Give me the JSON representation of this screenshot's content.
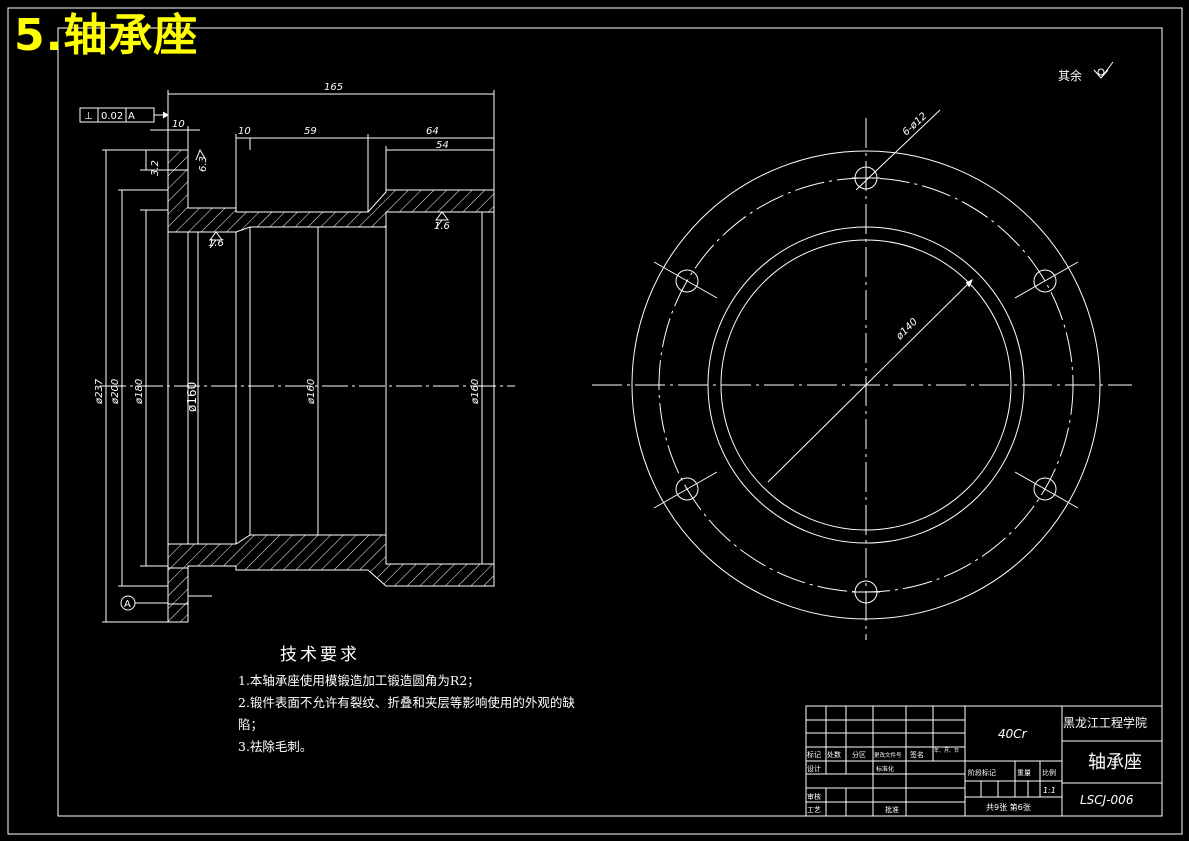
{
  "heading": "5.轴承座",
  "roughness_note": "其余",
  "drawing": {
    "dimensions": {
      "overall_length": "165",
      "flange_thickness": "10",
      "step_length": "10",
      "middle_length": "59",
      "right_length": "64",
      "right_bore_length": "54",
      "flange_height": "3.2",
      "chamfer": "6.3",
      "d_outer_flange": "ø237",
      "d_flange_inner": "ø200",
      "d_body": "ø180",
      "d_bore_fit": "ø160",
      "d_middle": "ø160",
      "d_right_bore": "ø160",
      "d_bolt_circle": "ø140",
      "holes": "6-ø12"
    },
    "tolerance": {
      "symbol": "⊥",
      "value": "0.02",
      "datum": "A"
    },
    "datum_label": "A",
    "roughness": [
      "1.6",
      "1.6"
    ]
  },
  "tech_requirements": {
    "title": "技术要求",
    "items": [
      "1.本轴承座使用模锻造加工锻造圆角为R2；",
      "2.锻件表面不允许有裂纹、折叠和夹层等影响使用的外观的缺",
      "陷；",
      "3.祛除毛刺。"
    ]
  },
  "title_block": {
    "material": "40Cr",
    "school": "黑龙江工程学院",
    "part_name": "轴承座",
    "scale": "1:1",
    "drawing_no": "LSCJ-006",
    "sheets": "共9张 第6张",
    "labels": {
      "mark": "标记",
      "count": "处数",
      "zone": "分区",
      "change_doc": "更改文件号",
      "sign": "签名",
      "date": "年、月、日",
      "design": "设计",
      "standardize": "标准化",
      "stage_mark": "阶段标记",
      "weight": "重量",
      "ratio": "比例",
      "review": "审核",
      "process": "工艺",
      "approve": "批准"
    }
  }
}
